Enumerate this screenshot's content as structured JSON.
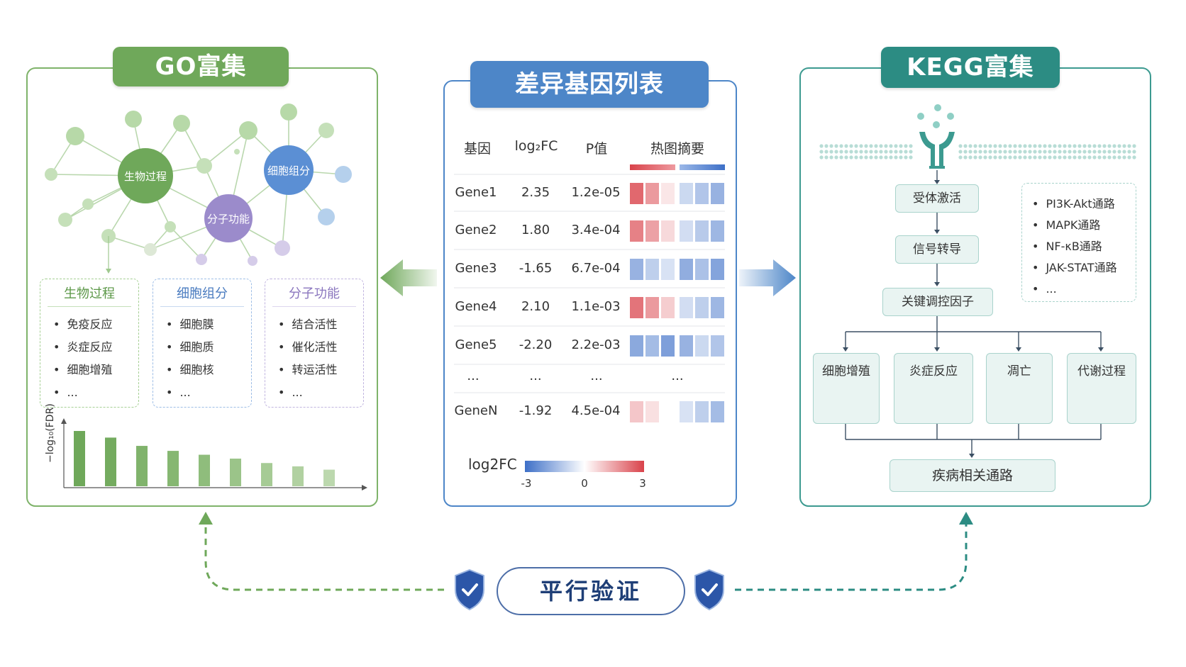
{
  "go": {
    "title": "GO富集",
    "nodes": {
      "bp": "生物过程",
      "cc": "细胞组分",
      "mf": "分子功能"
    },
    "categories": [
      {
        "title": "生物过程",
        "items": [
          "免疫反应",
          "炎症反应",
          "细胞增殖",
          "..."
        ]
      },
      {
        "title": "细胞组分",
        "items": [
          "细胞膜",
          "细胞质",
          "细胞核",
          "..."
        ]
      },
      {
        "title": "分子功能",
        "items": [
          "结合活性",
          "催化活性",
          "转运活性",
          "..."
        ]
      }
    ],
    "ylabel": "−log₁₀(FDR)",
    "bars": [
      1.0,
      0.88,
      0.73,
      0.64,
      0.57,
      0.5,
      0.42,
      0.36,
      0.3
    ]
  },
  "deg": {
    "title": "差异基因列表",
    "headers": [
      "基因",
      "log₂FC",
      "P值",
      "热图摘要"
    ],
    "rows": [
      {
        "gene": "Gene1",
        "fc": "2.35",
        "p": "1.2e-05",
        "heat": [
          2.4,
          1.6,
          0.4,
          -0.8,
          -1.2,
          -1.6
        ]
      },
      {
        "gene": "Gene2",
        "fc": "1.80",
        "p": "3.4e-04",
        "heat": [
          2.0,
          1.5,
          0.6,
          -0.7,
          -1.1,
          -1.5
        ]
      },
      {
        "gene": "Gene3",
        "fc": "-1.65",
        "p": "6.7e-04",
        "heat": [
          -1.6,
          -1.0,
          -0.6,
          -1.7,
          -1.3,
          -1.9
        ]
      },
      {
        "gene": "Gene4",
        "fc": "2.10",
        "p": "1.1e-03",
        "heat": [
          2.2,
          1.6,
          0.8,
          -0.7,
          -1.0,
          -1.5
        ]
      },
      {
        "gene": "Gene5",
        "fc": "-2.20",
        "p": "2.2e-03",
        "heat": [
          -1.8,
          -1.4,
          -2.0,
          -1.6,
          -0.8,
          -1.2
        ]
      },
      {
        "gene": "GeneN",
        "fc": "-1.92",
        "p": "4.5e-04",
        "heat": [
          0.9,
          0.5,
          null,
          -0.6,
          -1.0,
          -1.4
        ]
      }
    ],
    "ellipsis": [
      "...",
      "...",
      "...",
      "..."
    ],
    "legend": {
      "label": "log2FC",
      "ticks": [
        "-3",
        "0",
        "3"
      ]
    }
  },
  "kegg": {
    "title": "KEGG富集",
    "steps": [
      "受体激活",
      "信号转导",
      "关键调控因子"
    ],
    "outcomes": [
      "细胞增殖",
      "炎症反应",
      "凋亡",
      "代谢过程"
    ],
    "final": "疾病相关通路",
    "pathways": [
      "PI3K-Akt通路",
      "MAPK通路",
      "NF-κB通路",
      "JAK-STAT通路",
      "..."
    ]
  },
  "verify": {
    "label": "平行验证"
  },
  "colors": {
    "go": "#6fa85a",
    "deg": "#4d86c8",
    "kegg": "#2c8c83",
    "verify": "#2c56a8"
  }
}
